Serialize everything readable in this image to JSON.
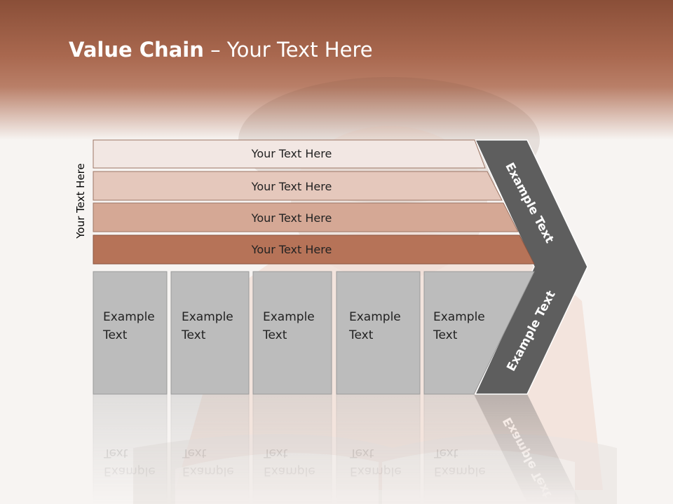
{
  "title": {
    "bold": "Value Chain",
    "rest": " – Your Text Here"
  },
  "side_label": "Your Text Here",
  "bars": [
    {
      "label": "Your Text Here",
      "color": "#f2e7e3"
    },
    {
      "label": "Your Text Here",
      "color": "#e5c8bc"
    },
    {
      "label": "Your Text Here",
      "color": "#d5a895"
    },
    {
      "label": "Your Text Here",
      "color": "#b67358"
    }
  ],
  "boxes": [
    {
      "line1": "Example",
      "line2": "Text"
    },
    {
      "line1": "Example",
      "line2": "Text"
    },
    {
      "line1": "Example",
      "line2": "Text"
    },
    {
      "line1": "Example",
      "line2": "Text"
    },
    {
      "line1": "Example",
      "line2": "Text"
    }
  ],
  "arrow": {
    "top_label": "Example Text",
    "bottom_label": "Example Text"
  },
  "colors": {
    "header": "#a9684f",
    "box": "#bcbcbc",
    "arrow": "#5e5e5e"
  }
}
